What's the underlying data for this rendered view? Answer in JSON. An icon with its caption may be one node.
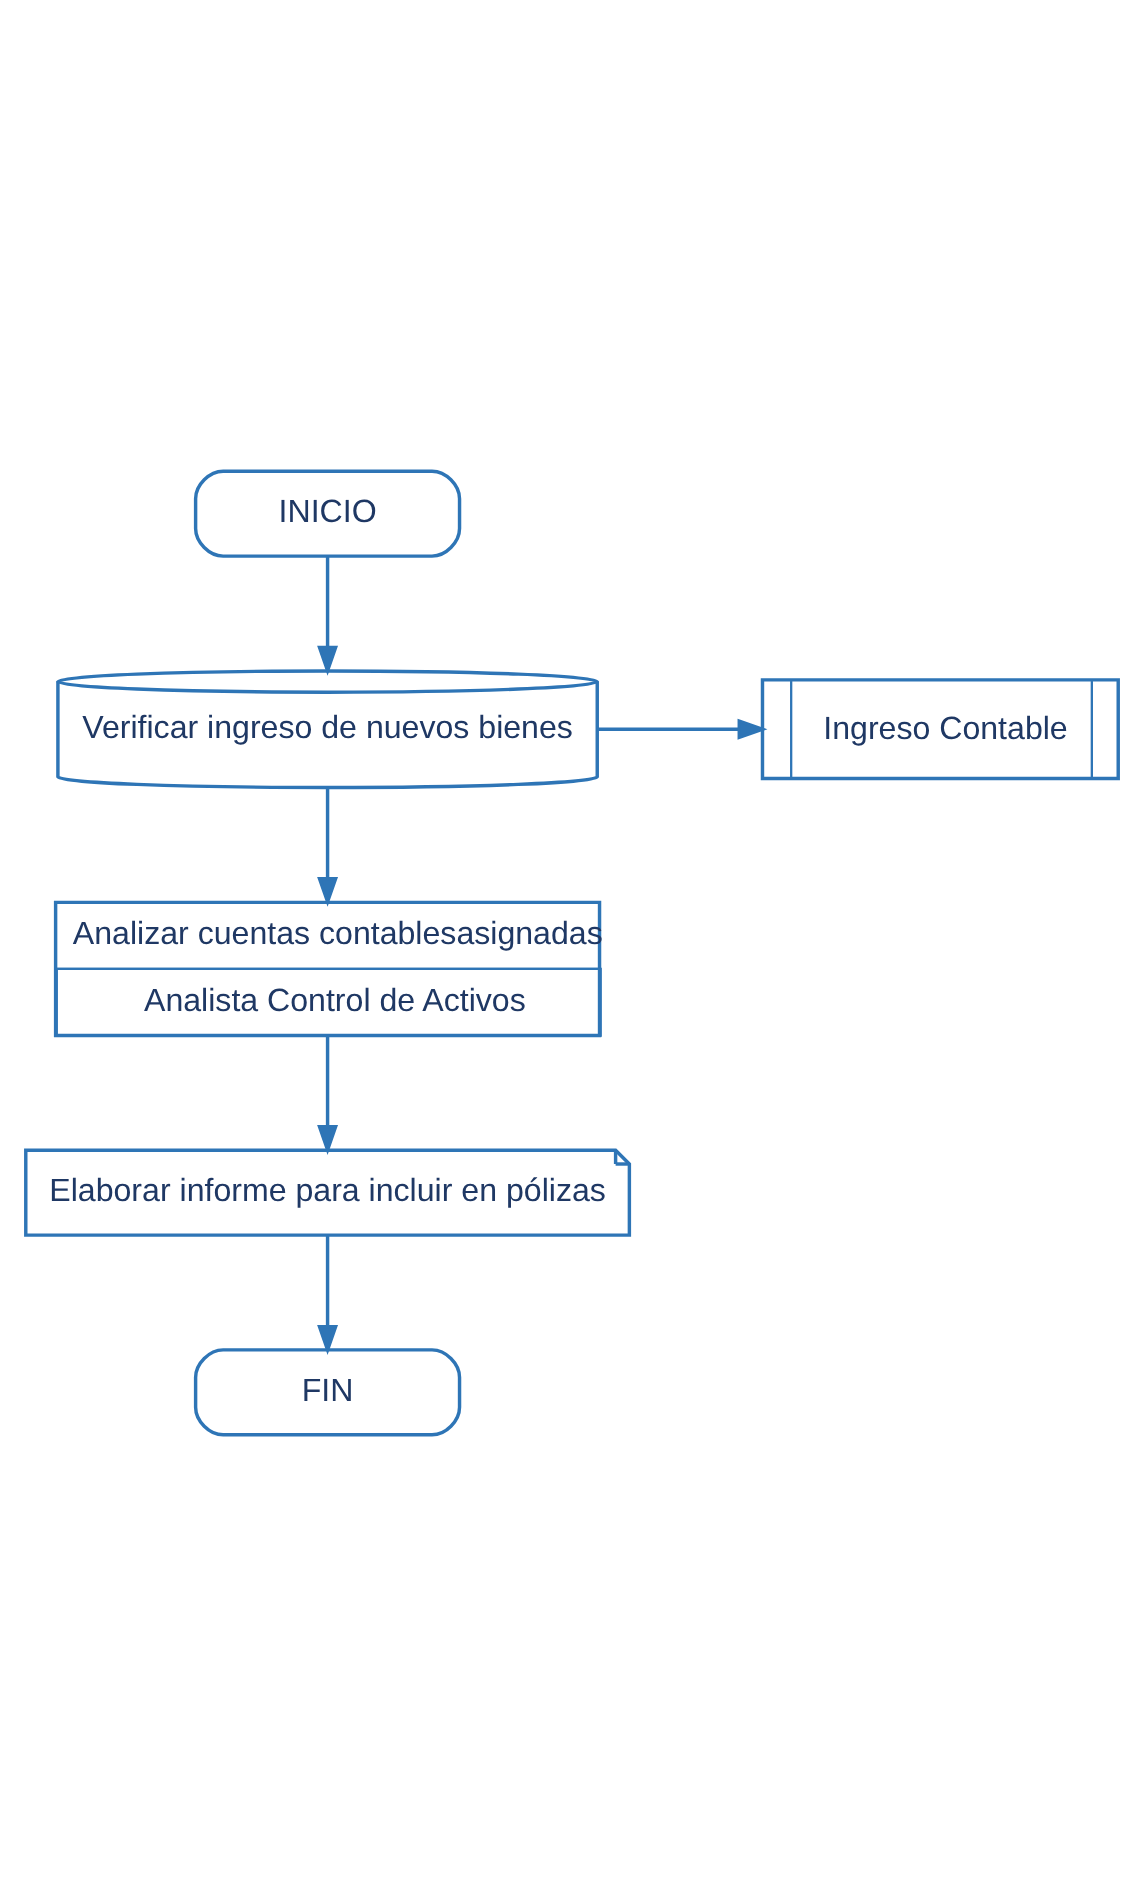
{
  "diagram": {
    "nodes": [
      {
        "text": [
          "INICIO"
        ]
      },
      {
        "text": [
          "Verificar ingreso de nuevos bienes"
        ]
      },
      {
        "text": [
          "Ingreso Contable"
        ]
      },
      {
        "text": [
          "Analizar cuentas contablesasignadas",
          "Analista Control de Activos"
        ]
      },
      {
        "text": [
          "Elaborar informe para incluir en pólizas"
        ]
      },
      {
        "text": [
          "FIN"
        ]
      }
    ],
    "edges": [
      {
        "from": 0,
        "to": 1,
        "arrow": "to"
      },
      {
        "from": 1,
        "to": 2,
        "arrow": "to"
      },
      {
        "from": 1,
        "to": 3,
        "arrow": "to"
      },
      {
        "from": 3,
        "to": 4,
        "arrow": "to"
      },
      {
        "from": 4,
        "to": 5,
        "arrow": "to"
      }
    ]
  }
}
